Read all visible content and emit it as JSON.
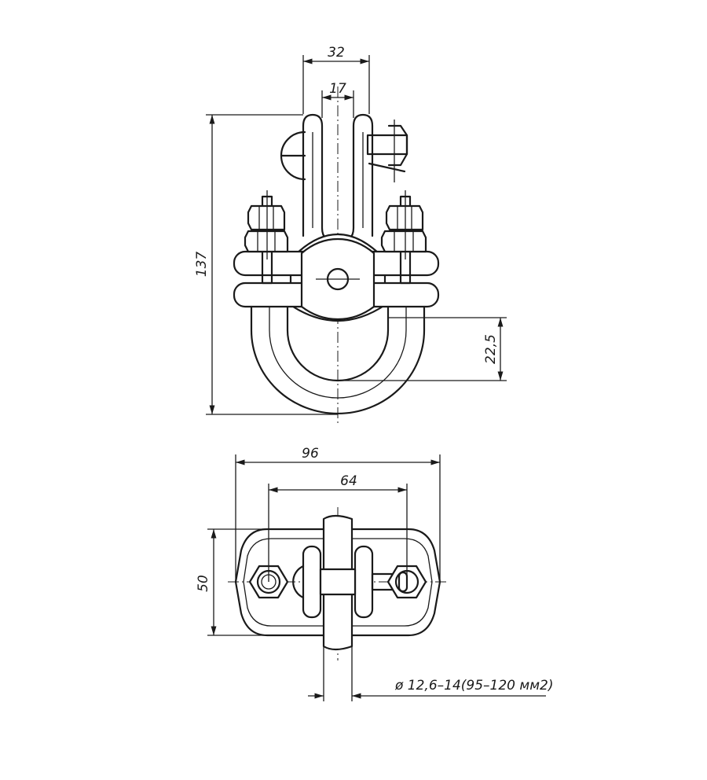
{
  "dimensions": {
    "width_top": "32",
    "slot_width": "17",
    "height_total": "137",
    "loop_depth": "22,5",
    "plate_length": "96",
    "bolt_spacing": "64",
    "plate_width": "50",
    "wire_diameter": "ø 12,6–14(95–120 мм2)"
  }
}
